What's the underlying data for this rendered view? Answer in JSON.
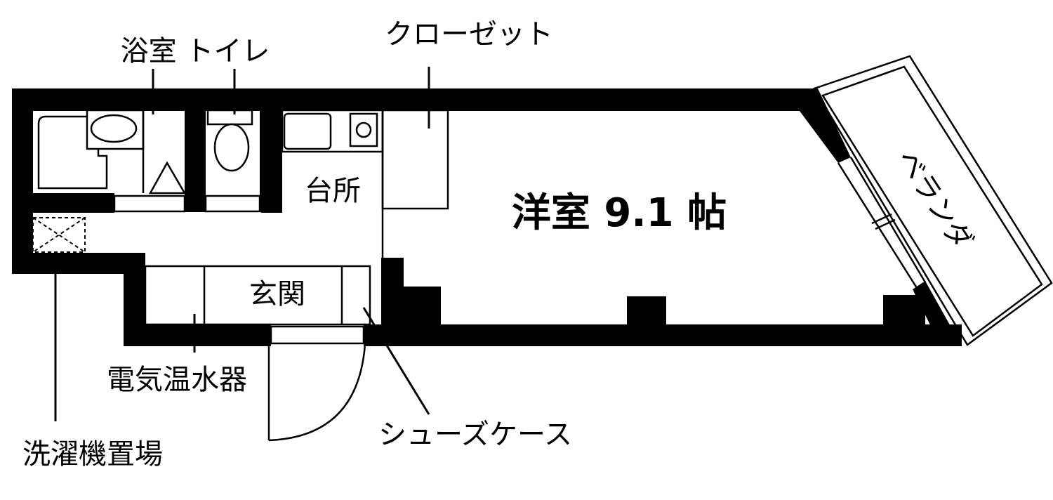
{
  "labels": {
    "bath_toilet": "浴室 トイレ",
    "closet": "クローゼット",
    "kitchen": "台所",
    "western_room": "洋室 9.1 帖",
    "entrance": "玄関",
    "veranda": "ベランダ",
    "water_heater": "電気温水器",
    "shoe_case": "シューズケース",
    "washer_space": "洗濯機置場"
  },
  "colors": {
    "wall": "#000000",
    "background": "#ffffff"
  }
}
